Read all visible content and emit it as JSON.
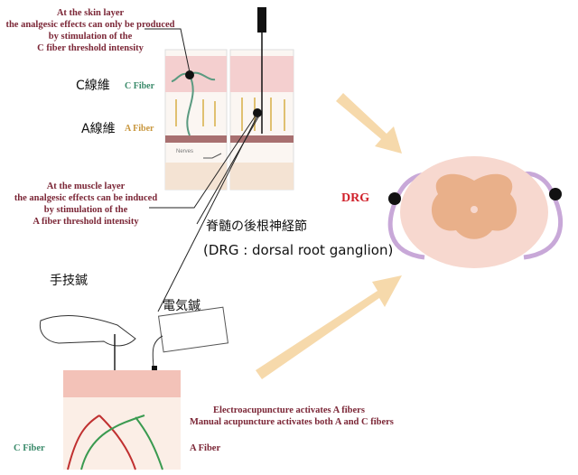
{
  "skin_note": [
    "At the skin layer",
    "the analgesic effects can only be produced",
    "by stimulation of  the",
    "C fiber threshold intensity"
  ],
  "muscle_note": [
    "At the muscle layer",
    "the analgesic effects can be induced",
    "by stimulation of the",
    "A fiber threshold intensity"
  ],
  "labels": {
    "c_fiber_jp": "C線維",
    "c_fiber_en": "C Fiber",
    "a_fiber_jp": "A線維",
    "a_fiber_en": "A Fiber",
    "nerves": "Nerves",
    "drg_jp": "脊髄の後根神経節",
    "drg_en": "(DRG : dorsal root ganglion)",
    "manual_jp": "手技鍼",
    "electro_jp": "電気鍼",
    "drg": "DRG",
    "bottom_c_fiber": "C Fiber",
    "bottom_a_fiber": "A Fiber"
  },
  "activation_note": [
    "Electroacupuncture activates A fibers",
    "Manual acupuncture activates both A and C fibers"
  ],
  "colors": {
    "note": "#7b2636",
    "c_fiber": "#3a8a6a",
    "a_fiber": "#c8963c",
    "arrow": "#f6d9ab",
    "drg": "#d0202a"
  }
}
